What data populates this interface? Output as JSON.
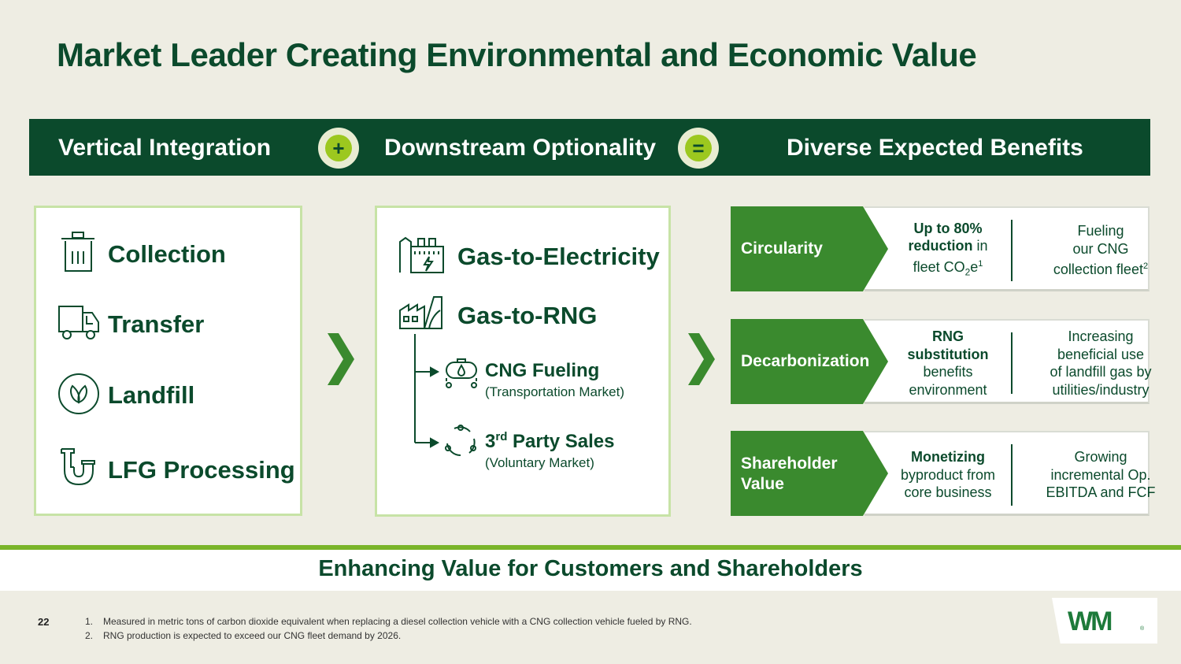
{
  "title": "Market Leader Creating Environmental and Economic Value",
  "banner": {
    "col1": "Vertical Integration",
    "op1": "+",
    "col2": "Downstream Optionality",
    "op2": "=",
    "col3": "Diverse Expected Benefits"
  },
  "vertical": {
    "items": [
      {
        "label": "Collection",
        "icon": "trash-can-icon"
      },
      {
        "label": "Transfer",
        "icon": "truck-icon"
      },
      {
        "label": "Landfill",
        "icon": "leaf-icon"
      },
      {
        "label": "LFG Processing",
        "icon": "pipe-icon"
      }
    ]
  },
  "downstream": {
    "items": [
      {
        "label": "Gas-to-Electricity",
        "icon": "power-plant-icon"
      },
      {
        "label": "Gas-to-RNG",
        "icon": "factory-icon"
      }
    ],
    "sub": [
      {
        "label": "CNG Fueling",
        "note": "(Transportation Market)",
        "icon": "fuel-tank-icon"
      },
      {
        "label_pre": "3",
        "label_sup": "rd",
        "label_post": " Party Sales",
        "note": "(Voluntary Market)",
        "icon": "cycle-icon"
      }
    ]
  },
  "benefits": [
    {
      "label": "Circularity",
      "a_bold1": "Up to 80%",
      "a_bold2": "reduction",
      "a_text2": " in",
      "a_text3": "fleet CO",
      "a_sub3": "2",
      "a_text3b": "e",
      "a_sup3": "1",
      "b_line1": "Fueling",
      "b_line2": "our CNG",
      "b_line3": "collection fleet",
      "b_sup3": "2"
    },
    {
      "label": "Decarbonization",
      "a_bold1": "RNG",
      "a_bold2": "substitution",
      "a_text3": "benefits",
      "a_text4": "environment",
      "b_line1": "Increasing",
      "b_line2": "beneficial use",
      "b_line3": "of landfill gas by",
      "b_line4": "utilities/industry"
    },
    {
      "label_line1": "Shareholder",
      "label_line2": "Value",
      "a_bold1": "Monetizing",
      "a_text2": "byproduct from",
      "a_text3": "core business",
      "b_line1": "Growing",
      "b_line2": "incremental Op.",
      "b_line3": "EBITDA and FCF"
    }
  ],
  "footer_banner": "Enhancing Value for Customers and Shareholders",
  "page_number": "22",
  "footnotes": [
    {
      "num": "1.",
      "text": "Measured in metric tons of carbon dioxide equivalent when replacing a diesel collection vehicle with a CNG collection vehicle fueled by RNG."
    },
    {
      "num": "2.",
      "text": "RNG production is expected to exceed our CNG fleet demand by 2026."
    }
  ],
  "logo": {
    "text": "WM",
    "dot": "®"
  },
  "colors": {
    "dark_green": "#0b4a2c",
    "mid_green": "#3a8a2e",
    "lime": "#9cc81f",
    "light_border": "#c7e3a6"
  }
}
